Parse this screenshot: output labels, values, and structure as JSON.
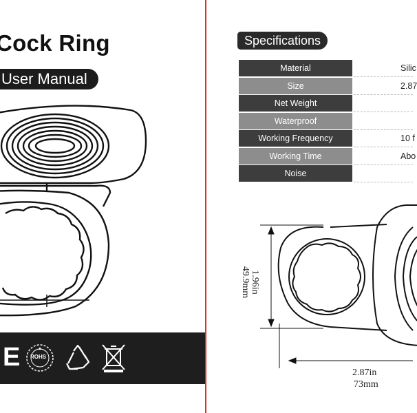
{
  "left_page": {
    "title": "Cock Ring",
    "subtitle": "User Manual",
    "certifications": [
      {
        "name": "ce-mark",
        "text": "E"
      },
      {
        "name": "rohs-seal",
        "text": "ROHS"
      },
      {
        "name": "recycle-icon"
      },
      {
        "name": "weee-bin-icon"
      }
    ]
  },
  "right_page": {
    "heading": "Specifications",
    "specs": [
      {
        "label": "Material",
        "value": "Silic"
      },
      {
        "label": "Size",
        "value": "2.87"
      },
      {
        "label": "Net Weight",
        "value": ""
      },
      {
        "label": "Waterproof",
        "value": ""
      },
      {
        "label": "Working Frequency",
        "value": "10 f"
      },
      {
        "label": "Working Time",
        "value": "Abo"
      },
      {
        "label": "Noise",
        "value": ""
      }
    ],
    "dimensions": {
      "height_in": "1.96in",
      "height_mm": "49.9mm",
      "width_in": "2.87in",
      "width_mm": "73mm"
    }
  },
  "colors": {
    "spine": "#d9342b",
    "dark_bar": "#1e1e1e",
    "row_dark": "#3d3d3d",
    "row_light": "#8d8d8d"
  }
}
